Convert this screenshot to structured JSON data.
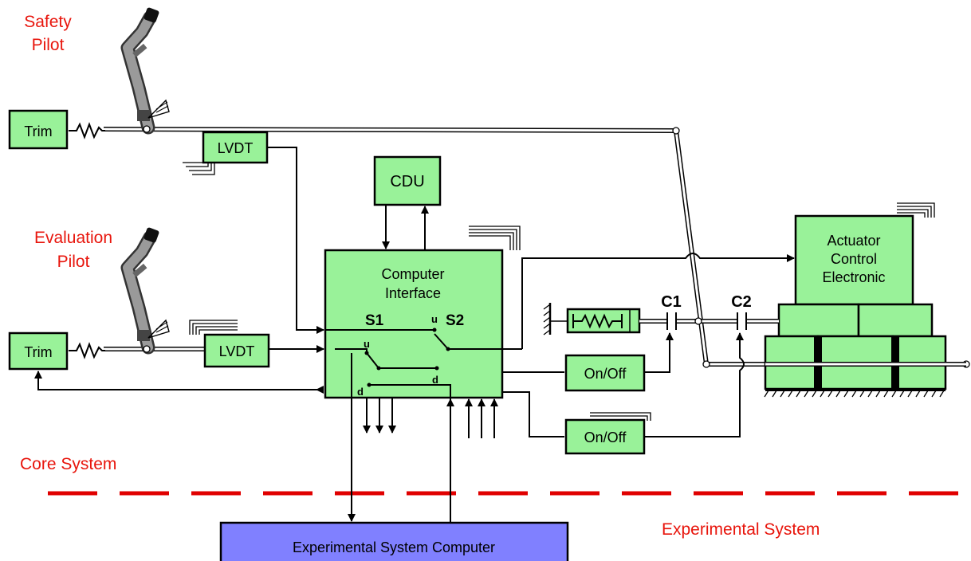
{
  "labels": {
    "safety_pilot": [
      "Safety",
      "Pilot"
    ],
    "evaluation_pilot": [
      "Evaluation",
      "Pilot"
    ],
    "core_system": "Core System",
    "experimental_system": "Experimental System"
  },
  "boxes": {
    "trim_top": "Trim",
    "trim_bottom": "Trim",
    "lvdt_top": "LVDT",
    "lvdt_bottom": "LVDT",
    "cdu": "CDU",
    "computer_interface": [
      "Computer",
      "Interface"
    ],
    "actuator": [
      "Actuator",
      "Control",
      "Electronic"
    ],
    "onoff_1": "On/Off",
    "onoff_2": "On/Off",
    "experimental_computer": "Experimental System Computer"
  },
  "switches": {
    "s1": "S1",
    "s2": "S2",
    "u1": "u",
    "u2": "u",
    "d1": "d",
    "d2": "d"
  },
  "clutches": {
    "c1": "C1",
    "c2": "C2"
  },
  "colors": {
    "box_green": "#99f299",
    "box_blue": "#8080ff",
    "label_red": "#e8150c",
    "divider_red": "#e00000"
  }
}
